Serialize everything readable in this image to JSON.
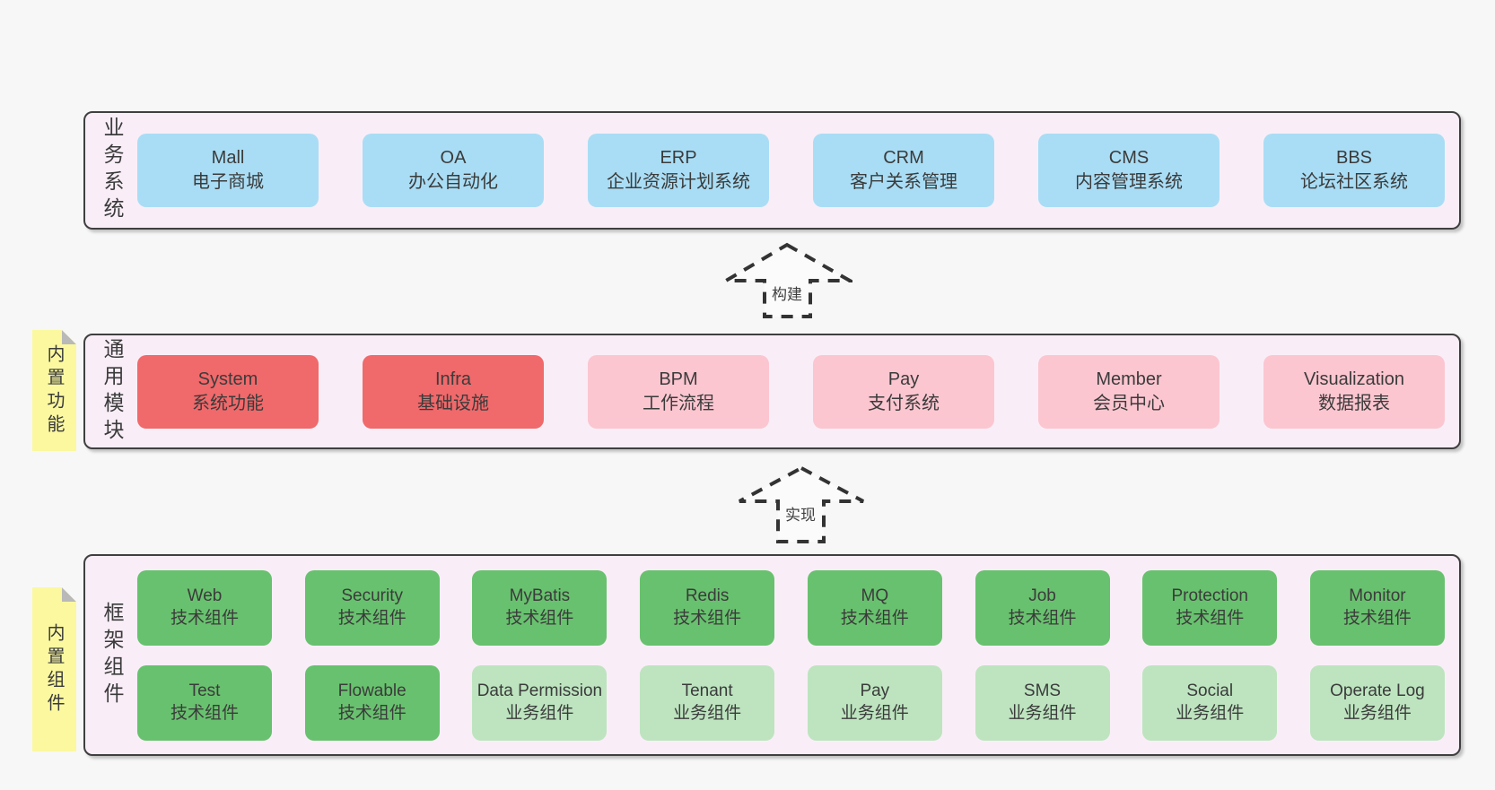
{
  "colors": {
    "page_bg": "#f7f7f7",
    "band_bg": "#f9eef7",
    "band_border": "#3f3f3f",
    "blue_box": "#a9ddf5",
    "red_box": "#f0696b",
    "pink_box": "#fbc6d0",
    "green_dark_box": "#68c16e",
    "green_light_box": "#bde4bf",
    "sticky_yellow": "#fbf8a0"
  },
  "bands": [
    {
      "label": "业务系统",
      "items": [
        {
          "name": "Mall",
          "desc": "电子商城"
        },
        {
          "name": "OA",
          "desc": "办公自动化"
        },
        {
          "name": "ERP",
          "desc": "企业资源计划系统"
        },
        {
          "name": "CRM",
          "desc": "客户关系管理"
        },
        {
          "name": "CMS",
          "desc": "内容管理系统"
        },
        {
          "name": "BBS",
          "desc": "论坛社区系统"
        }
      ]
    },
    {
      "label": "通用模块",
      "sticky": "内置功能",
      "items": [
        {
          "name": "System",
          "desc": "系统功能"
        },
        {
          "name": "Infra",
          "desc": "基础设施"
        },
        {
          "name": "BPM",
          "desc": "工作流程"
        },
        {
          "name": "Pay",
          "desc": "支付系统"
        },
        {
          "name": "Member",
          "desc": "会员中心"
        },
        {
          "name": "Visualization",
          "desc": "数据报表"
        }
      ]
    },
    {
      "label": "框架组件",
      "sticky": "内置组件",
      "row1": [
        {
          "name": "Web",
          "desc": "技术组件"
        },
        {
          "name": "Security",
          "desc": "技术组件"
        },
        {
          "name": "MyBatis",
          "desc": "技术组件"
        },
        {
          "name": "Redis",
          "desc": "技术组件"
        },
        {
          "name": "MQ",
          "desc": "技术组件"
        },
        {
          "name": "Job",
          "desc": "技术组件"
        },
        {
          "name": "Protection",
          "desc": "技术组件"
        },
        {
          "name": "Monitor",
          "desc": "技术组件"
        }
      ],
      "row2": [
        {
          "name": "Test",
          "desc": "技术组件"
        },
        {
          "name": "Flowable",
          "desc": "技术组件"
        },
        {
          "name": "Data Permission",
          "desc": "业务组件"
        },
        {
          "name": "Tenant",
          "desc": "业务组件"
        },
        {
          "name": "Pay",
          "desc": "业务组件"
        },
        {
          "name": "SMS",
          "desc": "业务组件"
        },
        {
          "name": "Social",
          "desc": "业务组件"
        },
        {
          "name": "Operate Log",
          "desc": "业务组件"
        }
      ]
    }
  ],
  "arrows": [
    {
      "label": "构建"
    },
    {
      "label": "实现"
    }
  ]
}
